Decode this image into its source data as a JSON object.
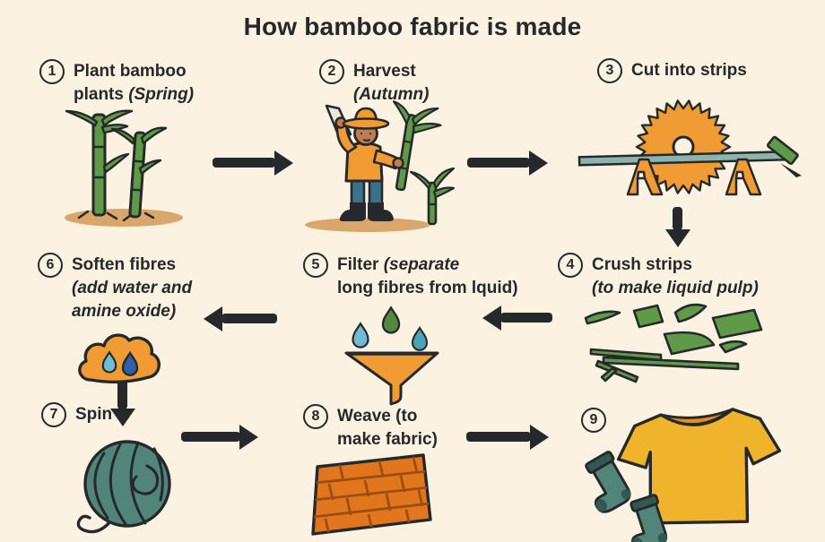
{
  "title": "How bamboo fabric is made",
  "colors": {
    "bg": "#FBF2E2",
    "ink": "#26292B",
    "green": "#5E9A47",
    "green_dark": "#3F7233",
    "sand": "#D9A76B",
    "orange": "#F09B33",
    "orange_deep": "#E2761E",
    "fabric_line": "#9C4D10",
    "yellow": "#F0B42C",
    "collar": "#E78C1F",
    "teal": "#518579",
    "teal_dark": "#33584F",
    "denim": "#3A7389",
    "skin": "#C07B52",
    "blade_gray": "#E9E7DD",
    "plank": "#8DB4AA",
    "drop_lightblue": "#6FBCD4",
    "drop_navy": "#2E5FA7",
    "drop_green": "#55883E",
    "drop_teal": "#4DA4B5"
  },
  "steps": {
    "s1": {
      "num": "1",
      "line1": "Plant bamboo",
      "line2": "plants ",
      "line2_italic": "(Spring)"
    },
    "s2": {
      "num": "2",
      "line1": "Harvest",
      "line2_italic": "(Autumn)"
    },
    "s3": {
      "num": "3",
      "line1": "Cut into strips"
    },
    "s4": {
      "num": "4",
      "line1": "Crush strips",
      "line2_italic": "(to make liquid pulp)"
    },
    "s5": {
      "num": "5",
      "line1": "Filter ",
      "line1_italic": "(separate",
      "line2": "long fibres from lquid)"
    },
    "s6": {
      "num": "6",
      "line1": "Soften fibres",
      "line2_italic": "(add water and",
      "line3_italic": "amine oxide)"
    },
    "s7": {
      "num": "7",
      "line1": "Spin"
    },
    "s8": {
      "num": "8",
      "line1": "Weave (to",
      "line2": "make fabric)"
    },
    "s9": {
      "num": "9"
    }
  },
  "illustrations": {
    "step1": "bamboo-plants",
    "step2": "farmer-harvesting-bamboo",
    "step3": "circular-saw-cutting-strips",
    "step4": "crushed-bamboo-strips",
    "step5": "funnel-with-drops",
    "step6": "cloud-with-water-drops",
    "step7": "ball-of-yarn",
    "step8": "woven-fabric",
    "step9": "t-shirt-and-socks"
  }
}
